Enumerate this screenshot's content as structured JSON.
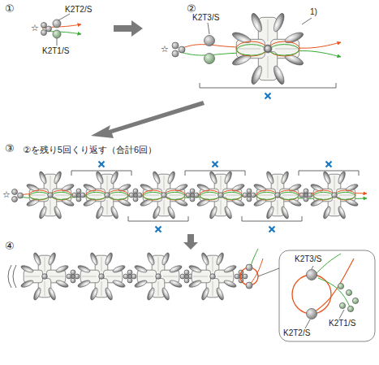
{
  "diagram": {
    "labels": [
      "①",
      "K2T2/S",
      "☆",
      "K2T1/S",
      "②",
      "K2T3/S",
      "☆",
      "1)",
      "③",
      "②を残り5回くり返す（合計6回）",
      "☆",
      "④",
      "K2T3/S",
      "K2T2/S",
      "K2T1/S"
    ]
  }
}
